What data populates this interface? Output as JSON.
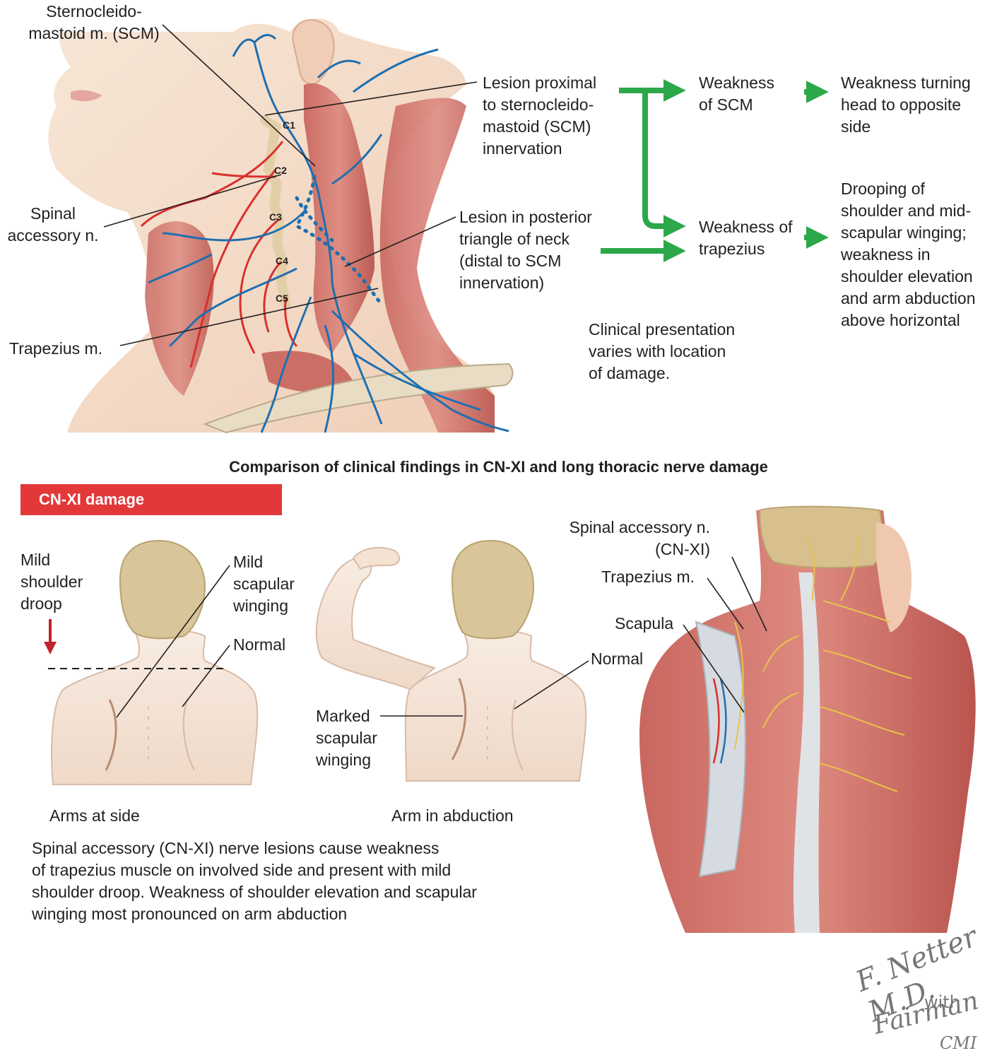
{
  "neck_figure": {
    "labels": {
      "scm": "Sternocleido-\nmastoid m. (SCM)",
      "spinal_accessory": "Spinal\naccessory n.",
      "trapezius": "Trapezius m.",
      "c1": "C1",
      "c2": "C2",
      "c3": "C3",
      "c4": "C4",
      "c5": "C5"
    }
  },
  "flow": {
    "lesion_proximal": "Lesion proximal\nto sternocleido-\nmastoid (SCM)\ninnervation",
    "lesion_posterior": "Lesion in posterior\ntriangle of neck\n(distal to SCM\ninnervation)",
    "weak_scm": "Weakness\nof SCM",
    "weak_trap": "Weakness of\ntrapezius",
    "result_scm": "Weakness turning\nhead to opposite\nside",
    "result_trap": "Drooping of\nshoulder and mid-\nscapular winging;\nweakness in\nshoulder elevation\nand arm abduction\nabove horizontal",
    "note": "Clinical presentation\nvaries with location\nof damage.",
    "arrow_color": "#2ca84a"
  },
  "section_heading": "Comparison of clinical findings in CN-XI and long thoracic nerve damage",
  "banner": {
    "label": "CN-XI damage",
    "color": "#e3383a"
  },
  "back_figures": {
    "mild_droop": "Mild\nshoulder\ndroop",
    "mild_winging": "Mild\nscapular\nwinging",
    "normal_left": "Normal",
    "normal_right": "Normal",
    "marked_winging": "Marked\nscapular\nwinging",
    "caption_side": "Arms at side",
    "caption_abduction": "Arm in abduction",
    "description": "Spinal accessory (CN-XI) nerve lesions cause weakness\nof trapezius muscle on involved side and present with mild\nshoulder droop. Weakness of shoulder elevation and scapular\nwinging most pronounced on arm abduction"
  },
  "dissection": {
    "spinal_accessory": "Spinal accessory n.\n(CN-XI)",
    "trapezius": "Trapezius m.",
    "scapula": "Scapula"
  },
  "signature": {
    "name": "F. Netter M.D.",
    "with": "with",
    "coauthor": "Fairman",
    "suffix": "CMI"
  }
}
